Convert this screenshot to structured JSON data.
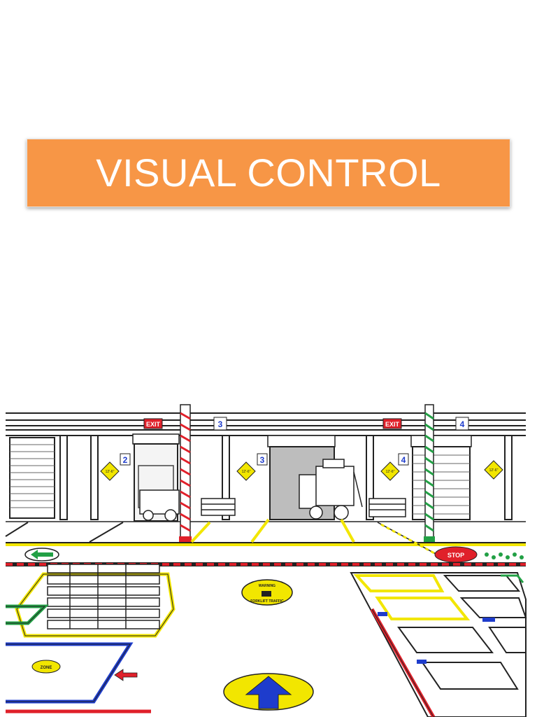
{
  "slide": {
    "title": "VISUAL CONTROL",
    "title_bg": "#f79646",
    "title_color": "#ffffff"
  },
  "illustration": {
    "exit_label": "EXIT",
    "door_numbers": [
      "2",
      "3",
      "3",
      "4",
      "4"
    ],
    "clearance_label": "12'-6\"",
    "stop_label": "STOP",
    "warning_sign": {
      "line1": "WARNING",
      "line2": "FORKLIFT TRAFFIC"
    },
    "zone_label": "ZONE",
    "colors": {
      "yellow": "#f2e600",
      "red": "#e0202a",
      "green": "#22a045",
      "blue": "#1e3ccc"
    }
  }
}
